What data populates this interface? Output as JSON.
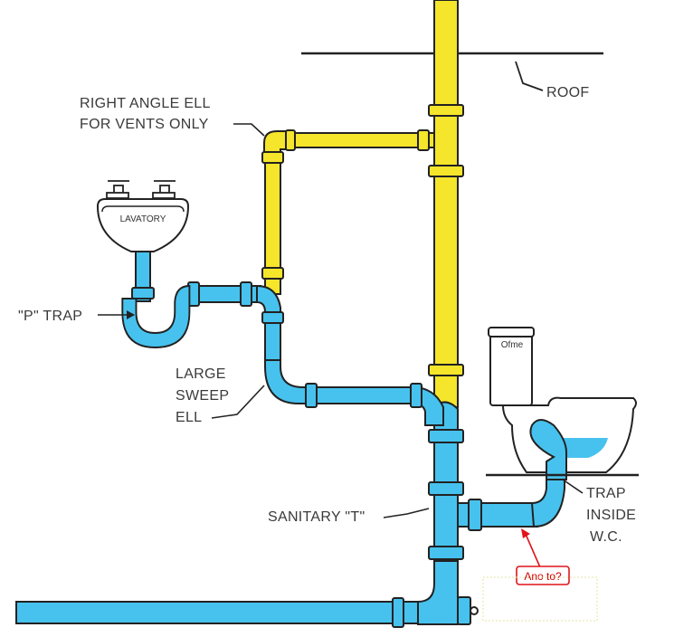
{
  "labels": {
    "roof": "ROOF",
    "right_angle_ell_line1": "RIGHT ANGLE ELL",
    "right_angle_ell_line2": "FOR VENTS ONLY",
    "lavatory": "LAVATORY",
    "p_trap": "\"P\" TRAP",
    "large_sweep_line1": "LARGE",
    "large_sweep_line2": "SWEEP",
    "large_sweep_line3": "ELL",
    "sanitary_t": "SANITARY \"T\"",
    "trap_inside_line1": "TRAP",
    "trap_inside_line2": "INSIDE",
    "trap_inside_line3": "W.C."
  },
  "annotation": {
    "text": "Ano to?"
  },
  "colors": {
    "vent_pipe": "#f5e52b",
    "drain_pipe": "#47c2ee",
    "outline": "#222222",
    "annotation": "#e0141a"
  }
}
